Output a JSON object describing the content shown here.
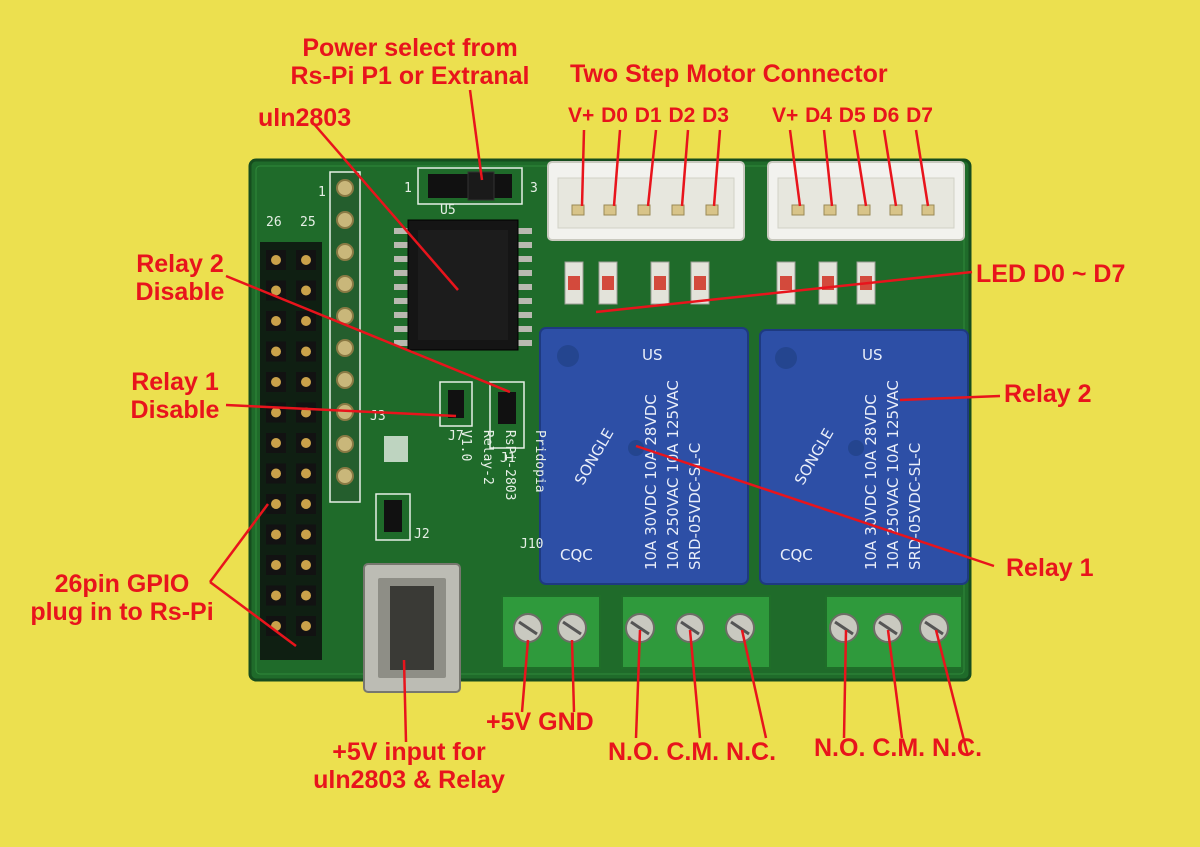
{
  "labels": {
    "power_select": "Power select from\nRs-Pi P1 or Extranal",
    "uln2803": "uln2803",
    "step_motor": "Two Step Motor Connector",
    "conn1_pins": "V+ D0 D1 D2 D3",
    "conn2_pins": "V+ D4 D5 D6 D7",
    "relay2_disable": "Relay 2\nDisable",
    "relay1_disable": "Relay 1\nDisable",
    "led": "LED D0 ~ D7",
    "relay2": "Relay 2",
    "relay1": "Relay 1",
    "gpio": "26pin GPIO\nplug in to Rs-Pi",
    "plus5v_gnd": "+5V GND",
    "input_5v": "+5V input for\nuln2803 & Relay",
    "relay1_terminals": "N.O. C.M. N.C.",
    "relay2_terminals": "N.O. C.M. N.C."
  },
  "board_silkscreen": {
    "board_name": "Pridopia",
    "board_model": "RsPi-2803",
    "board_sub": "Relay-2",
    "version": "V1.0",
    "j10": "J10",
    "j2": "J2",
    "j7": "J7",
    "j3": "J3",
    "j1": "J1",
    "u5": "U5",
    "pin26": "26",
    "pin25": "25",
    "pin1": "1",
    "jp_left": "1",
    "jp_right": "3"
  },
  "relay_markings": {
    "brand": "SONGLE",
    "model": "SRD-05VDC-SL-C",
    "rating1": "10A 250VAC 10A 125VAC",
    "rating2": "10A 30VDC 10A 28VDC",
    "cert": "US",
    "cqc": "CQC"
  },
  "colors": {
    "background": "#ece04f",
    "pcb": "#1f6b2a",
    "relay": "#2d4fa6",
    "label": "#e8141c",
    "connector": "#f2f2ee",
    "terminal": "#2f9a3c"
  }
}
